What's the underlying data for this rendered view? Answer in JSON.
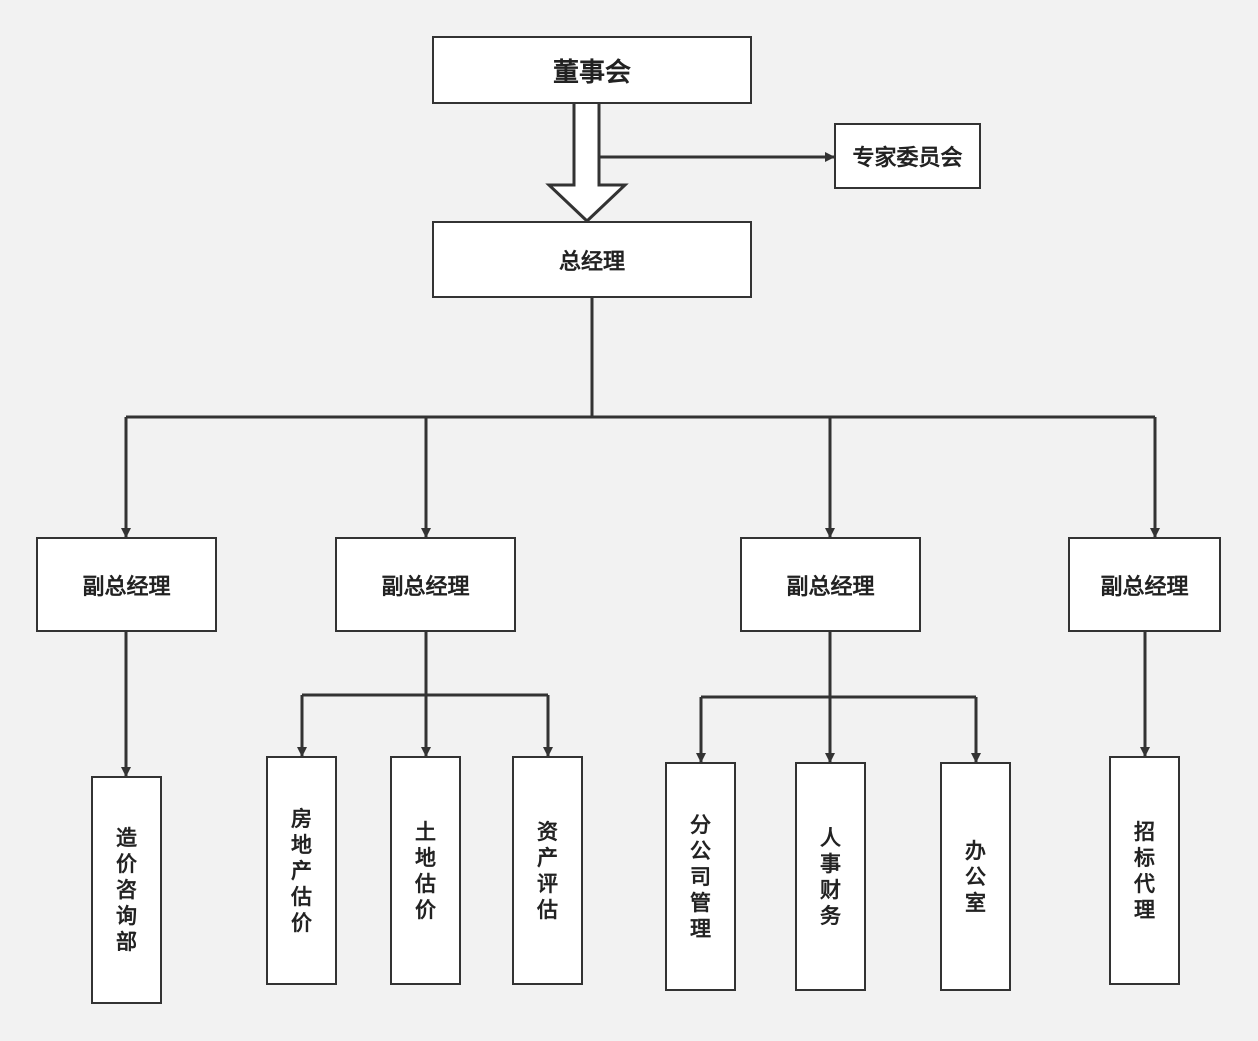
{
  "colors": {
    "background": "#f2f2f2",
    "box_fill": "#ffffff",
    "line": "#333333",
    "text": "#222222"
  },
  "top": {
    "board": "董事会",
    "experts": "专家委员会",
    "gm": "总经理"
  },
  "vice_gm": [
    "副总经理",
    "副总经理",
    "副总经理",
    "副总经理"
  ],
  "departments": [
    "造\n价\n咨\n询\n部",
    "房\n地\n产\n估\n价",
    "土\n地\n估\n价",
    "资\n产\n评\n估",
    "分\n公\n司\n管\n理",
    "人\n事\n财\n务",
    "办\n公\n室",
    "招\n标\n代\n理"
  ]
}
